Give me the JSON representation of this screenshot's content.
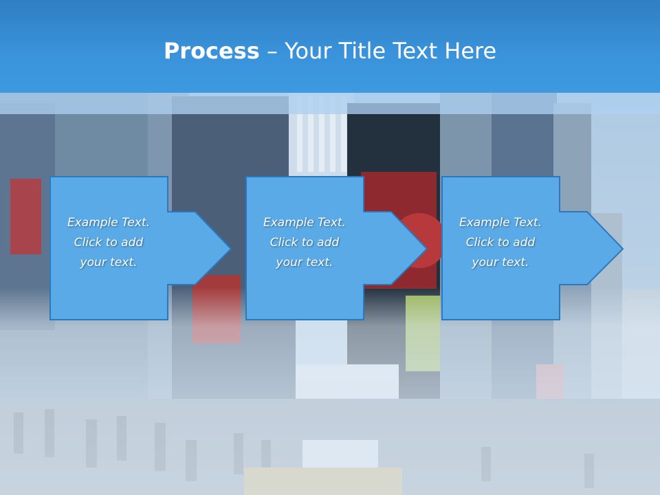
{
  "slide": {
    "title_bold": "Process",
    "title_rest": " – Your Title Text Here"
  },
  "colors": {
    "title_bar": "#3a93db",
    "step_fill": "#5aaae8",
    "step_border": "#2b78bd"
  },
  "steps": [
    {
      "line1": "Example Text.",
      "line2": "Click  to add",
      "line3": "your text."
    },
    {
      "line1": "Example Text.",
      "line2": "Click  to add",
      "line3": "your text."
    },
    {
      "line1": "Example Text.",
      "line2": "Click  to add",
      "line3": "your text."
    }
  ]
}
